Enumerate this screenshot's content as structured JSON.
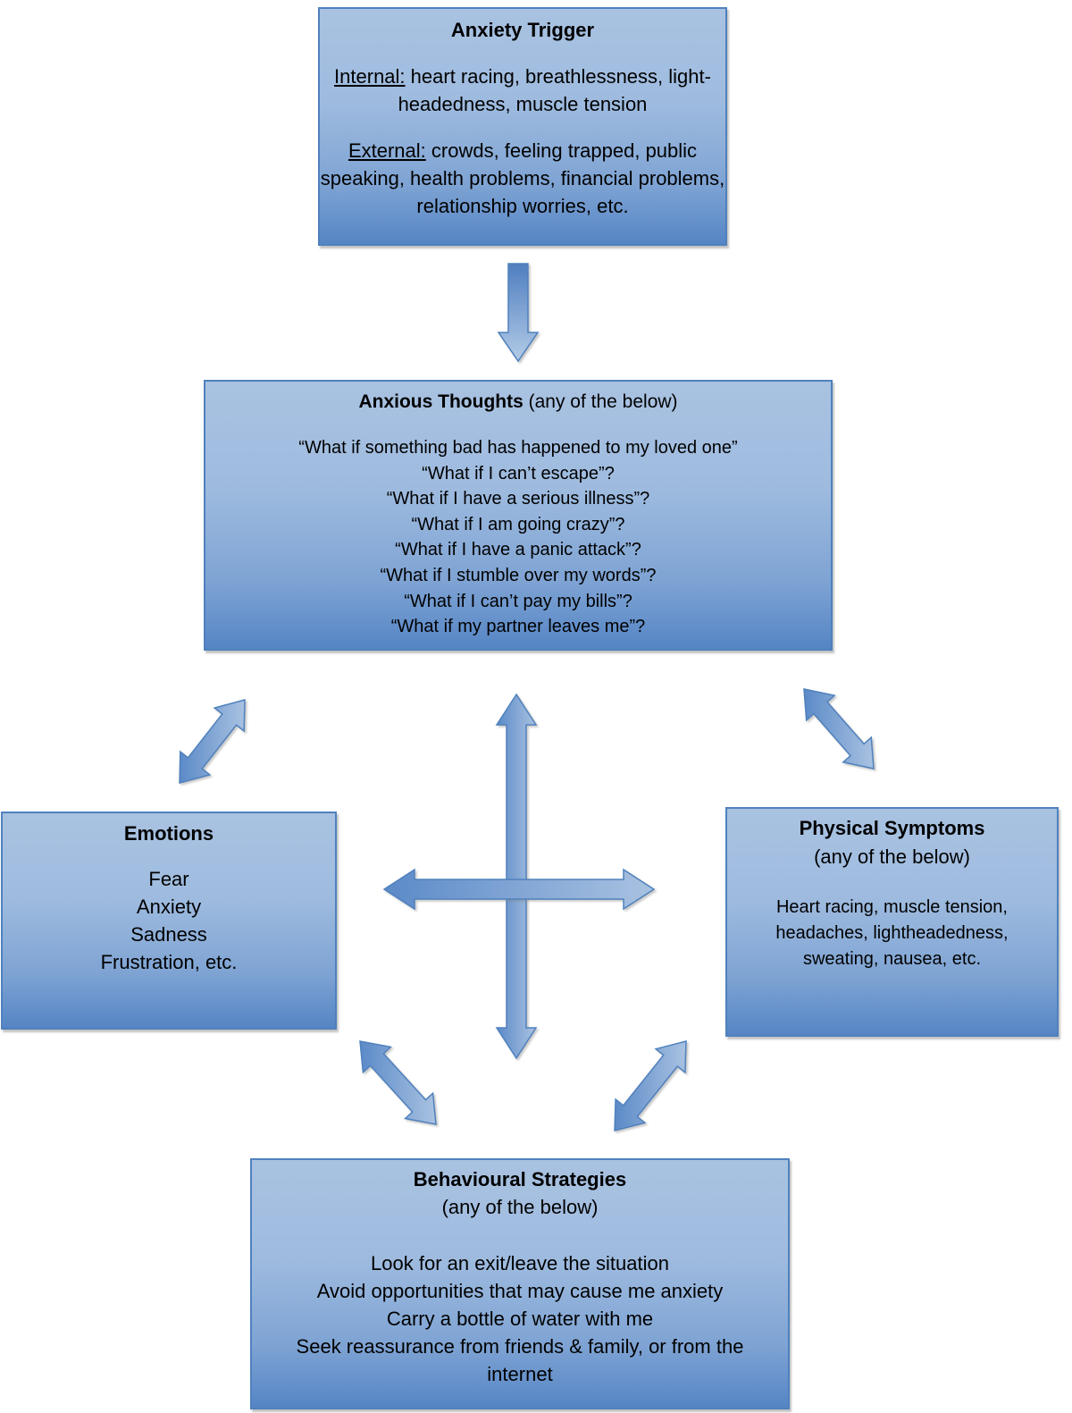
{
  "diagram": {
    "title": "Anxiety cycle",
    "colors": {
      "box_top": "#a9c2e1",
      "box_bottom": "#5585c5",
      "border": "#4f81bd",
      "arrow_light": "#a9c2e1",
      "arrow_dark": "#5b8ac8"
    }
  },
  "trigger": {
    "title": "Anxiety Trigger",
    "internal_label": "Internal:",
    "internal_text": " heart racing, breathlessness, light-headedness, muscle tension",
    "external_label": "External:",
    "external_text": " crowds, feeling trapped, public speaking, health problems, financial problems, relationship worries, etc."
  },
  "thoughts": {
    "title": "Anxious Thoughts",
    "subtitle": " (any of the below)",
    "items": [
      "“What if something bad has happened to my loved one”",
      "“What if I can’t escape”?",
      "“What if I have a serious illness”?",
      "“What if I am going crazy”?",
      "“What if I have a panic attack”?",
      "“What if I stumble over my words”?",
      "“What if I can’t pay my bills”?",
      "“What if my partner leaves me”?"
    ]
  },
  "emotions": {
    "title": "Emotions",
    "items": [
      "Fear",
      "Anxiety",
      "Sadness",
      "Frustration, etc."
    ]
  },
  "physical": {
    "title": "Physical Symptoms",
    "subtitle": "(any of the below)",
    "text": "Heart racing, muscle tension, headaches, lightheadedness, sweating, nausea, etc."
  },
  "behavioural": {
    "title": "Behavioural Strategies",
    "subtitle": "(any of the below)",
    "items": [
      "Look for an exit/leave the situation",
      "Avoid opportunities that may cause me anxiety",
      "Carry a bottle of water with me",
      "Seek reassurance from friends & family, or from the internet"
    ]
  },
  "connections": [
    {
      "from": "trigger",
      "to": "thoughts",
      "type": "one-way"
    },
    {
      "from": "thoughts",
      "to": "emotions",
      "type": "two-way"
    },
    {
      "from": "thoughts",
      "to": "physical",
      "type": "two-way"
    },
    {
      "from": "thoughts",
      "to": "behavioural",
      "type": "two-way"
    },
    {
      "from": "emotions",
      "to": "physical",
      "type": "two-way"
    },
    {
      "from": "emotions",
      "to": "behavioural",
      "type": "two-way"
    },
    {
      "from": "physical",
      "to": "behavioural",
      "type": "two-way"
    }
  ]
}
